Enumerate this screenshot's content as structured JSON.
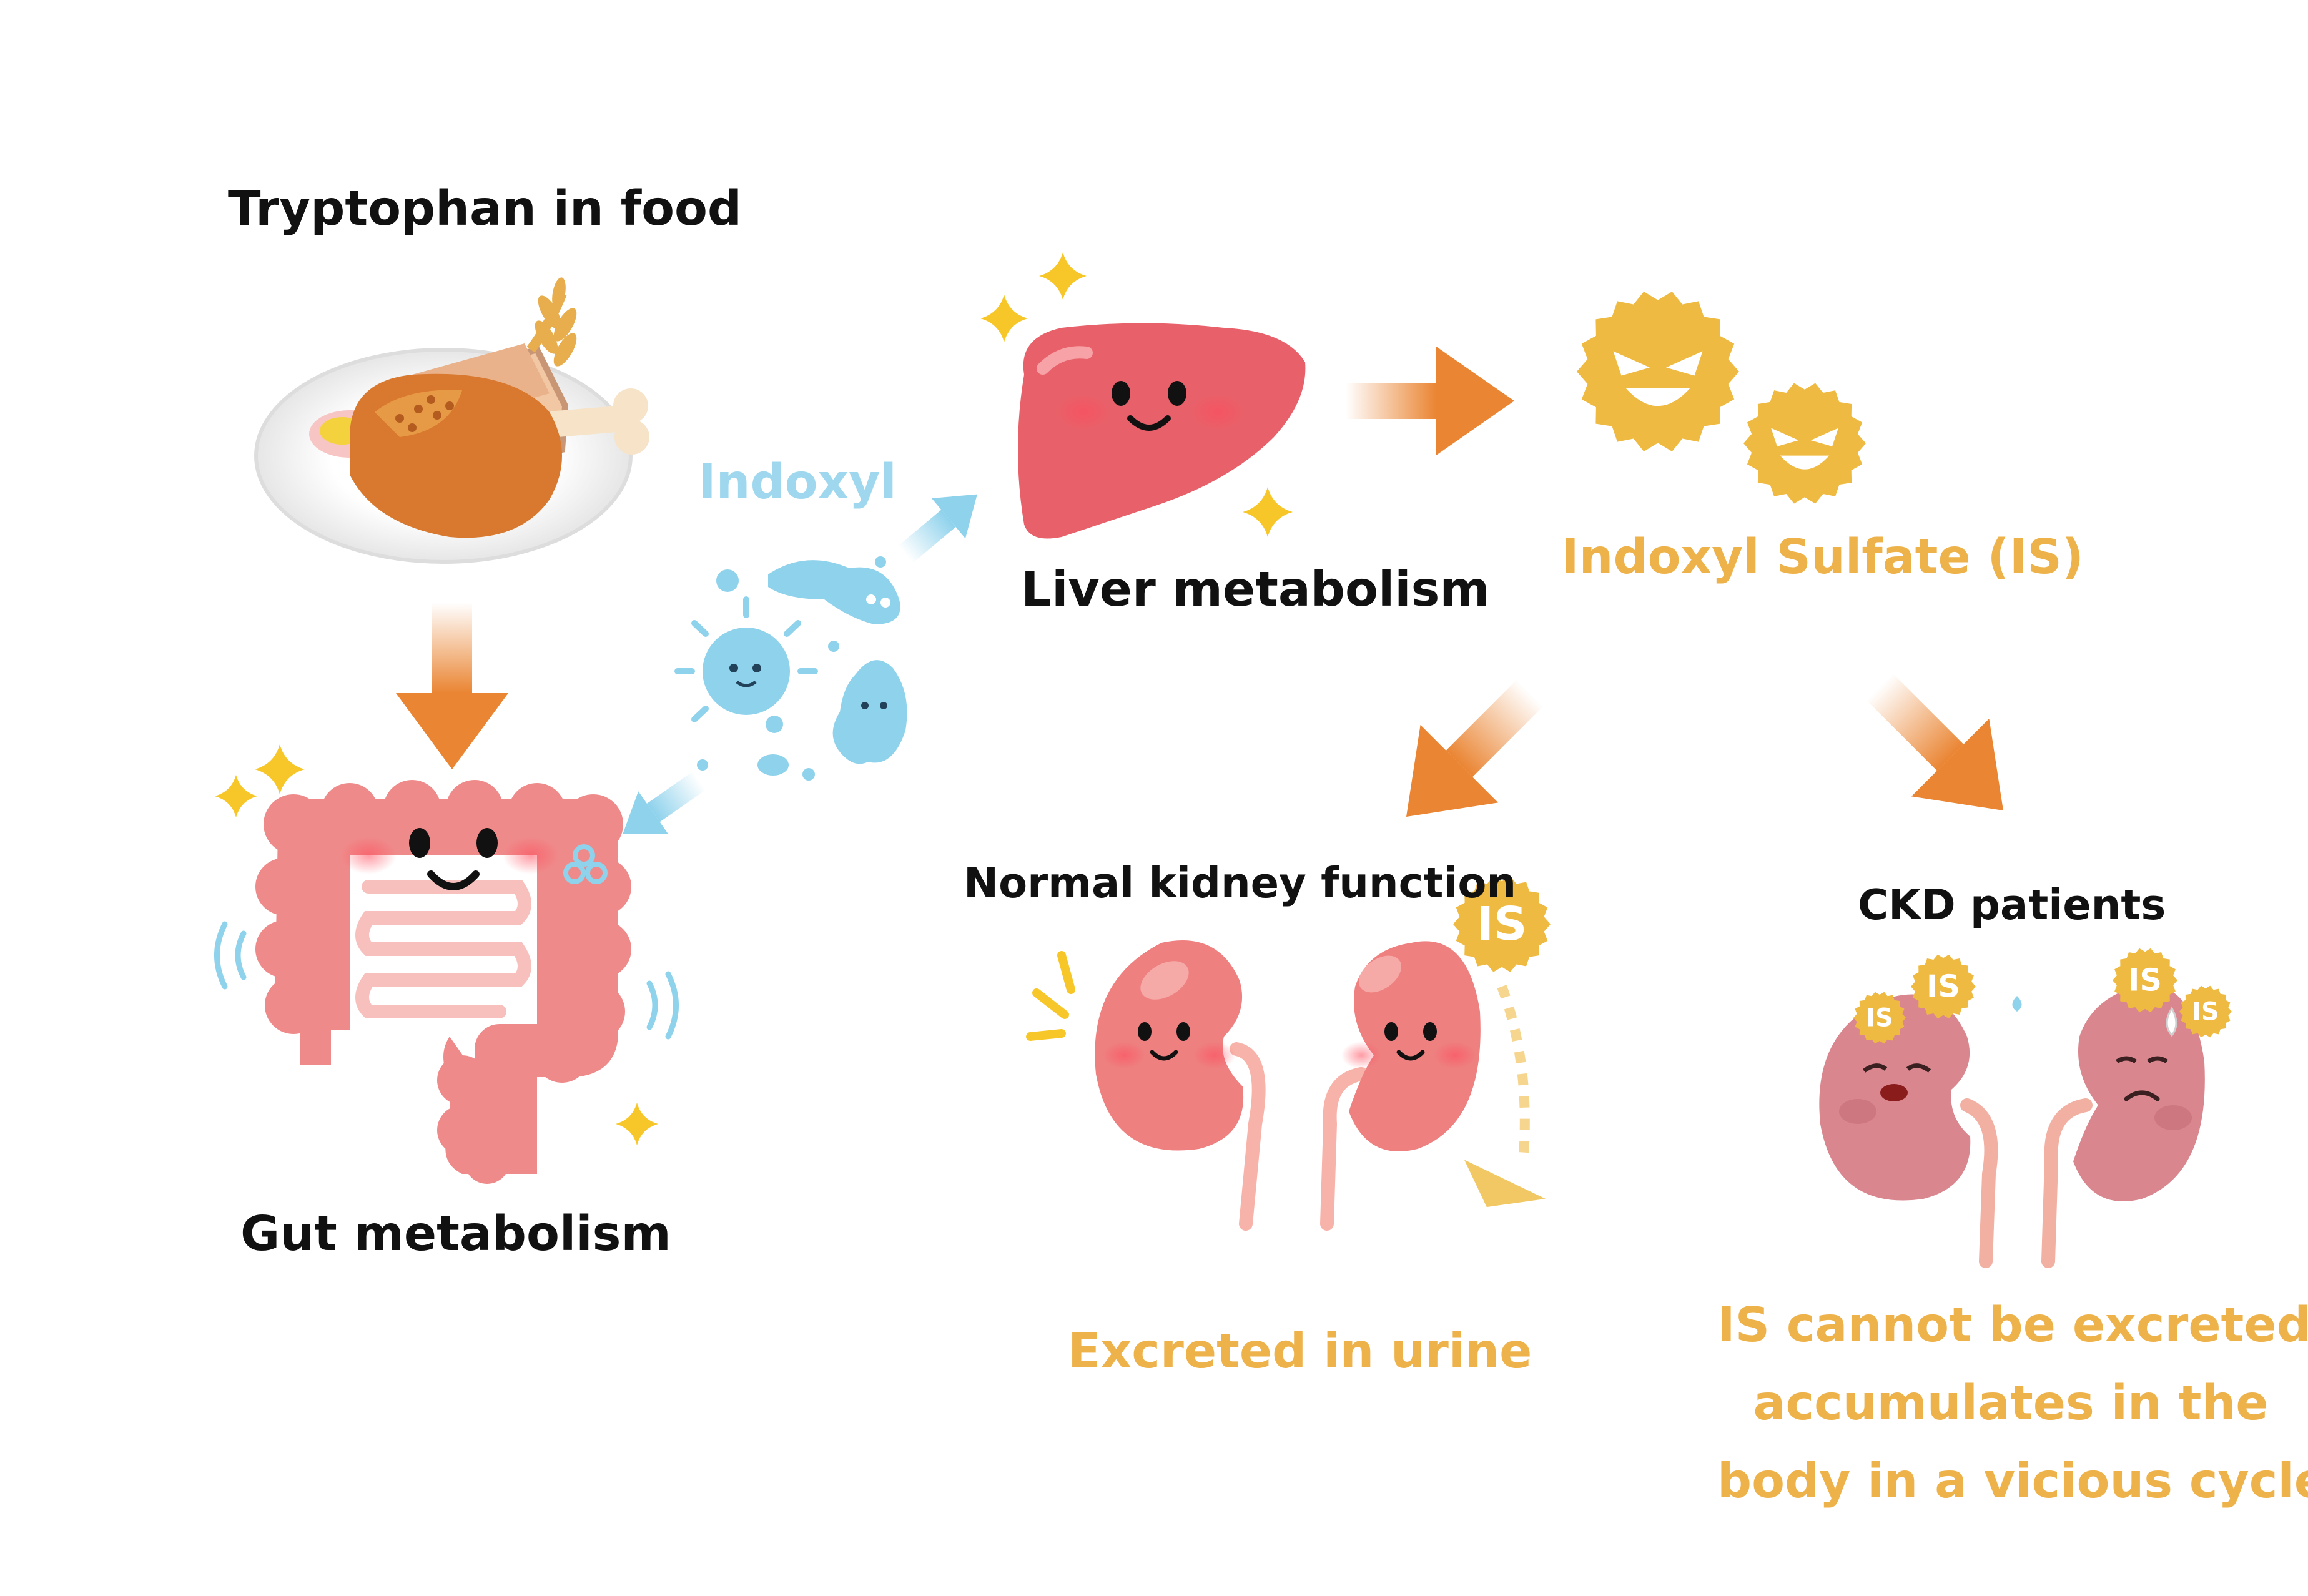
{
  "labels": {
    "tryptophan": "Tryptophan in food",
    "indoxyl": "Indoxyl",
    "liver": "Liver metabolism",
    "indoxyl_sulfate": "Indoxyl Sulfate (IS)",
    "gut": "Gut metabolism",
    "normal_kidney": "Normal kidney function",
    "ckd": "CKD patients",
    "excreted": "Excreted in urine",
    "ckd_note": [
      "IS cannot be excreted,",
      "accumulates in the",
      "body in a vicious cycle."
    ]
  },
  "badges": {
    "is": "IS"
  },
  "colors": {
    "arrow_orange": "#ea8533",
    "arrow_blue": "#8fd2ec",
    "text_orange": "#eeb24b",
    "gear_yellow": "#efba42",
    "liver_red": "#e8616a",
    "gut_pink": "#ef8a8a",
    "kidney_pink": "#ee8080",
    "ckd_kidney": "#d9868e",
    "sparkle": "#f7c72a"
  },
  "icons": [
    "food-plate-icon",
    "gut-icon",
    "bacteria-icon",
    "liver-icon",
    "toxin-gear-icon",
    "healthy-kidney-icon",
    "sick-kidney-icon",
    "sparkle-icon"
  ]
}
